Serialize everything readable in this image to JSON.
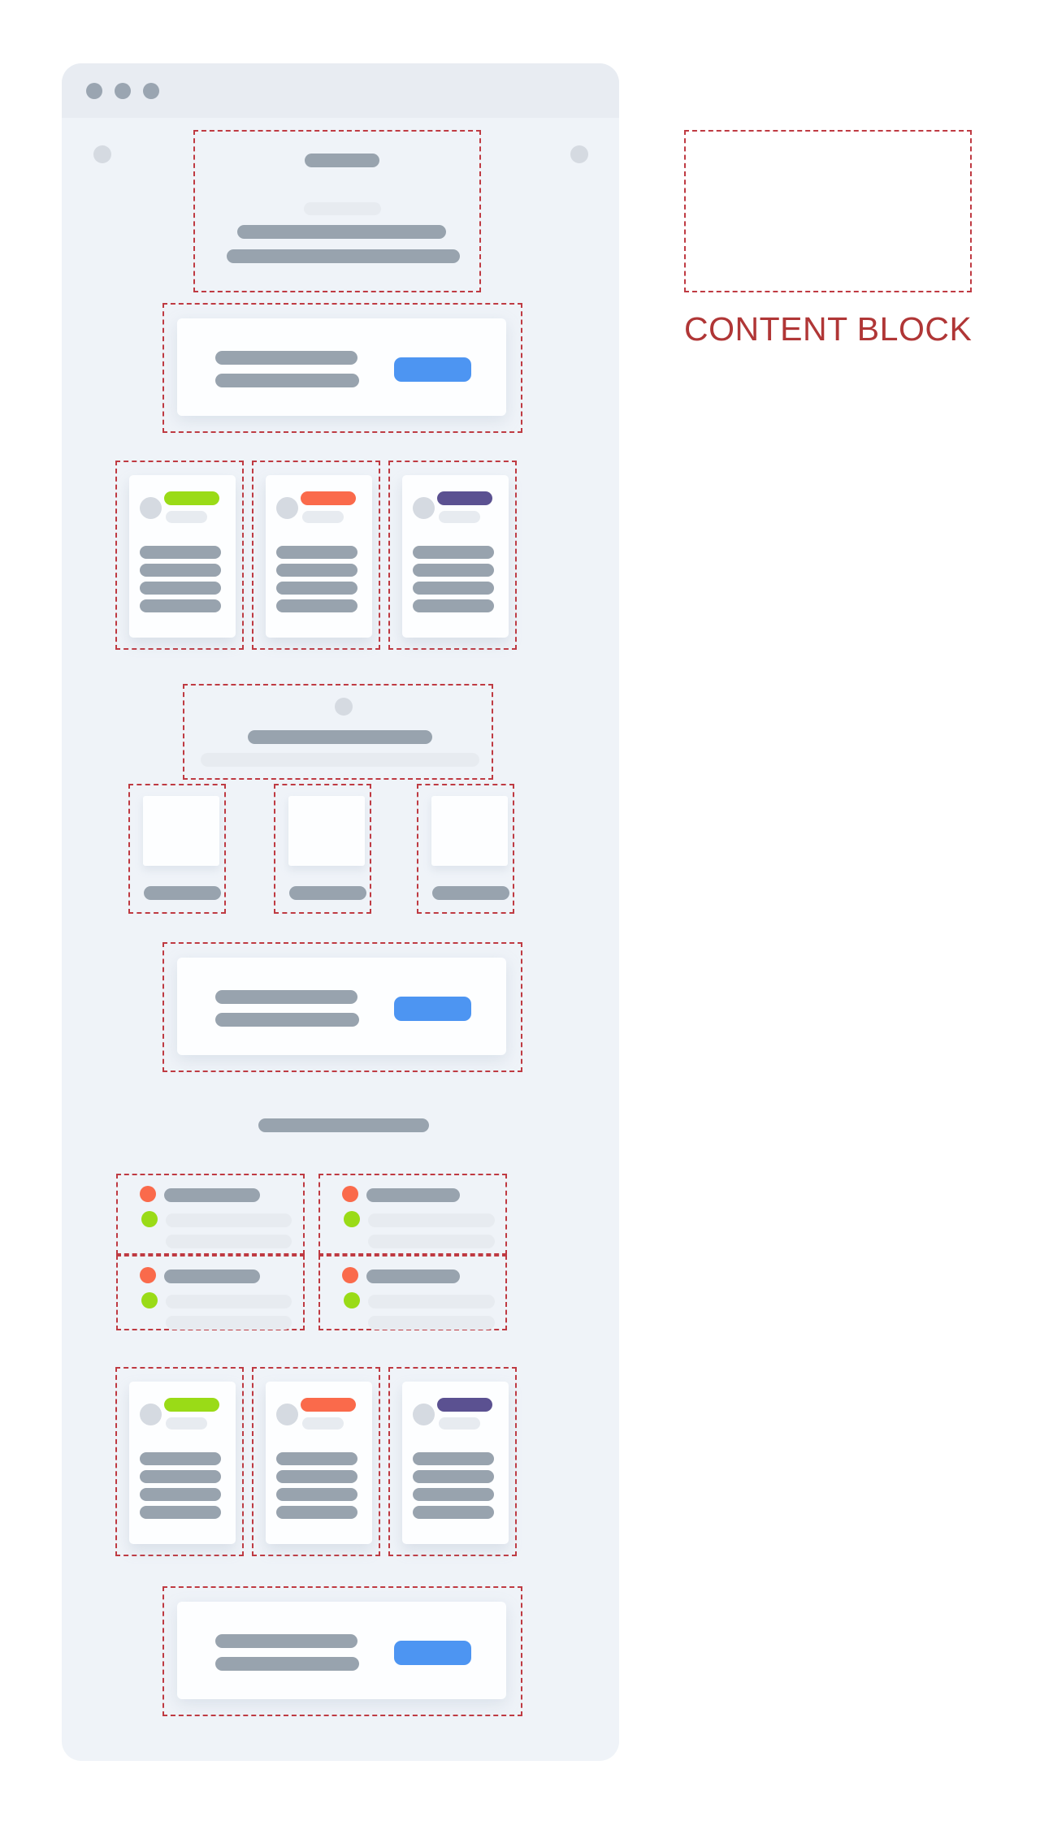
{
  "legend": {
    "label": "CONTENT BLOCK"
  },
  "colors": {
    "window_bg": "#eff3f8",
    "titlebar_bg": "#e8ecf2",
    "window_dot": "#9aa5b1",
    "block_border": "#bf3a42",
    "legend_text": "#b03636",
    "bar_dark": "#98a3ae",
    "bar_light": "#e7ebf0",
    "avatar": "#d5dae1",
    "card_bg": "#fdfeff",
    "accent_blue": "#4d95f2",
    "accent_green": "#9adb17",
    "accent_orange": "#fa6a4b",
    "accent_purple": "#5b5191"
  },
  "window": {
    "control_dot_count": 3,
    "sections": [
      "hero-block",
      "cta-block",
      "card-row",
      "section-header-block",
      "image-row",
      "cta-block",
      "section-title-bar",
      "feature-list-grid",
      "card-row",
      "cta-block"
    ]
  },
  "card_row": {
    "card_count": 3,
    "accents": [
      "green",
      "orange",
      "purple"
    ]
  },
  "feature_list": {
    "block_count": 4,
    "bullet_colors": [
      "orange",
      "green"
    ]
  }
}
